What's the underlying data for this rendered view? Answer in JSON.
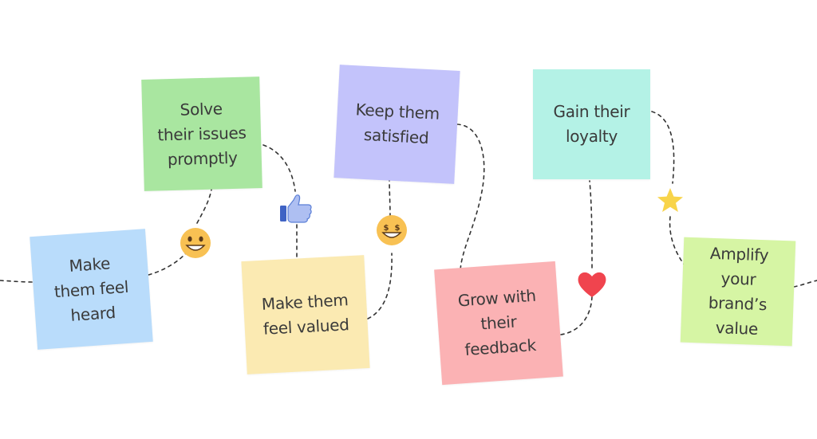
{
  "notes": [
    {
      "id": "make-them-feel-heard",
      "text": "Make\nthem feel\nheard",
      "color": "#b9dcfb"
    },
    {
      "id": "solve-their-issues-promptly",
      "text": "Solve\ntheir issues\npromptly",
      "color": "#a9e6a0"
    },
    {
      "id": "make-them-feel-valued",
      "text": "Make them\nfeel valued",
      "color": "#fbeab2"
    },
    {
      "id": "keep-them-satisfied",
      "text": "Keep them\nsatisfied",
      "color": "#c3c3fb"
    },
    {
      "id": "grow-with-their-feedback",
      "text": "Grow with\ntheir feedback",
      "color": "#fbb2b4"
    },
    {
      "id": "gain-their-loyalty",
      "text": "Gain their\nloyalty",
      "color": "#b4f2e6"
    },
    {
      "id": "amplify-your-brands-value",
      "text": "Amplify your\nbrand’s value",
      "color": "#d6f5a4"
    }
  ],
  "icons": [
    {
      "name": "smiley-face-icon",
      "color": "#f8c153"
    },
    {
      "name": "thumbs-up-icon",
      "color": "#5b7fd6"
    },
    {
      "name": "money-eyes-smiley-icon",
      "color": "#f8c153"
    },
    {
      "name": "heart-icon",
      "color": "#f0444e"
    },
    {
      "name": "star-icon",
      "color": "#f8d44a"
    }
  ]
}
